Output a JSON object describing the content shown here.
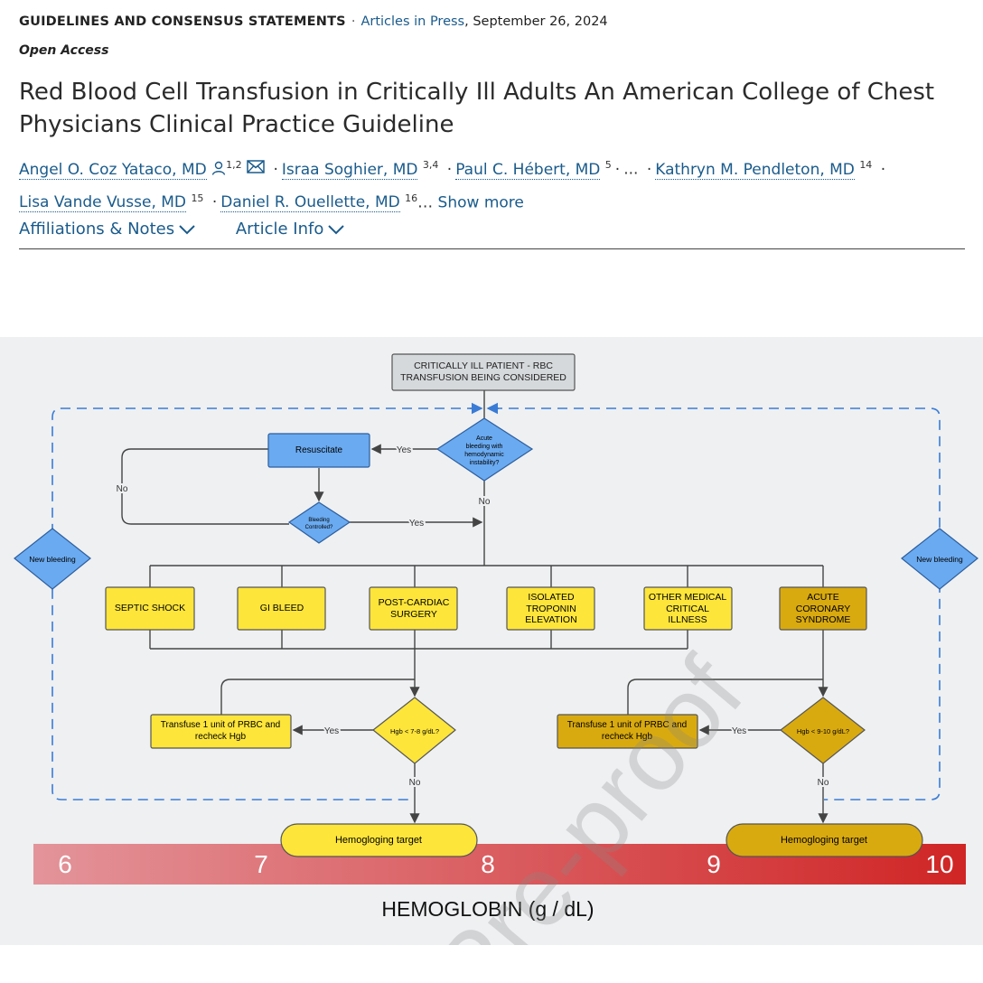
{
  "header": {
    "section": "GUIDELINES AND CONSENSUS STATEMENTS",
    "separator": "·",
    "articles_in_press": "Articles in Press",
    "date": ", September 26, 2024",
    "open_access": "Open Access"
  },
  "title": "Red Blood Cell Transfusion in Critically Ill Adults An American College of Chest Physicians Clinical Practice Guideline",
  "authors": [
    {
      "name": "Angel O. Coz Yataco, MD",
      "sup": "1,2"
    },
    {
      "name": "Israa Soghier, MD",
      "sup": "3,4"
    },
    {
      "name": "Paul C. Hébert, MD",
      "sup": "5"
    },
    {
      "name": "Kathryn M. Pendleton, MD",
      "sup": "14"
    },
    {
      "name": "Lisa Vande Vusse, MD",
      "sup": "15"
    },
    {
      "name": "Daniel R. Ouellette, MD",
      "sup": "16"
    }
  ],
  "ellipsis": "…",
  "show_more": "Show more",
  "tabs": {
    "affiliations": "Affiliations & Notes",
    "article_info": "Article Info"
  },
  "icons": {
    "corresponding": "person-icon",
    "email": "envelope-icon",
    "chevron": "chevron-down-icon"
  },
  "colors": {
    "link": "#1a5b8c",
    "blue_box": "#6aaaf0",
    "yellow_box": "#fde53a",
    "gold_box": "#d9aa0f",
    "scale_low": "#e58a8f",
    "scale_high": "#d12a2a"
  },
  "flowchart": {
    "start": [
      "CRITICALLY ILL PATIENT - RBC",
      "TRANSFUSION BEING CONSIDERED"
    ],
    "acute_bleeding": [
      "Acute",
      "bleeding with",
      "hemodynamic",
      "instability?"
    ],
    "resuscitate": "Resuscitate",
    "bleeding_controlled": [
      "Bleeding",
      "Controlled?"
    ],
    "yes": "Yes",
    "no": "No",
    "new_bleeding": "New bleeding",
    "conditions": [
      [
        "SEPTIC SHOCK"
      ],
      [
        "GI BLEED"
      ],
      [
        "POST-CARDIAC",
        "SURGERY"
      ],
      [
        "ISOLATED",
        "TROPONIN",
        "ELEVATION"
      ],
      [
        "OTHER MEDICAL",
        "CRITICAL",
        "ILLNESS"
      ],
      [
        "ACUTE",
        "CORONARY",
        "SYNDROME"
      ]
    ],
    "transfuse": [
      "Transfuse 1 unit of PRBC and",
      "recheck Hgb"
    ],
    "hgb_left": "Hgb < 7-8 g/dL?",
    "hgb_right": "Hgb < 9-10 g/dL?",
    "target": "Hemogloging target",
    "scale_ticks": [
      "6",
      "7",
      "8",
      "9",
      "10"
    ],
    "axis_label": "HEMOGLOBIN (g / dL)",
    "watermark": "Pre-proof"
  }
}
